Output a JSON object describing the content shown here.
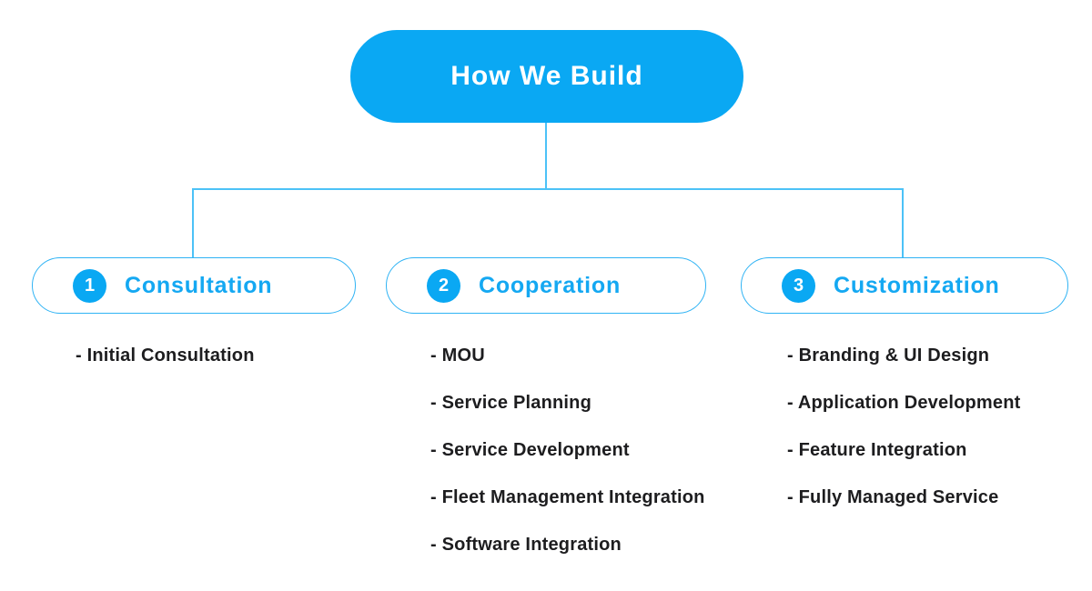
{
  "root": {
    "title": "How We Build"
  },
  "branches": [
    {
      "number": "1",
      "label": "Consultation",
      "items": [
        "- Initial Consultation"
      ]
    },
    {
      "number": "2",
      "label": "Cooperation",
      "items": [
        "- MOU",
        "- Service Planning",
        "- Service Development",
        "- Fleet Management Integration",
        "- Software Integration"
      ]
    },
    {
      "number": "3",
      "label": "Customization",
      "items": [
        "- Branding & UI Design",
        "- Application Development",
        "- Feature Integration",
        "- Fully Managed Service"
      ]
    }
  ],
  "colors": {
    "accent": "#0aa8f3",
    "connector": "#4cc2f7",
    "node_border": "#2fb3f4",
    "label_blue": "#14a8f2",
    "dark_text": "#1d1d1f",
    "bg": "#ffffff"
  }
}
